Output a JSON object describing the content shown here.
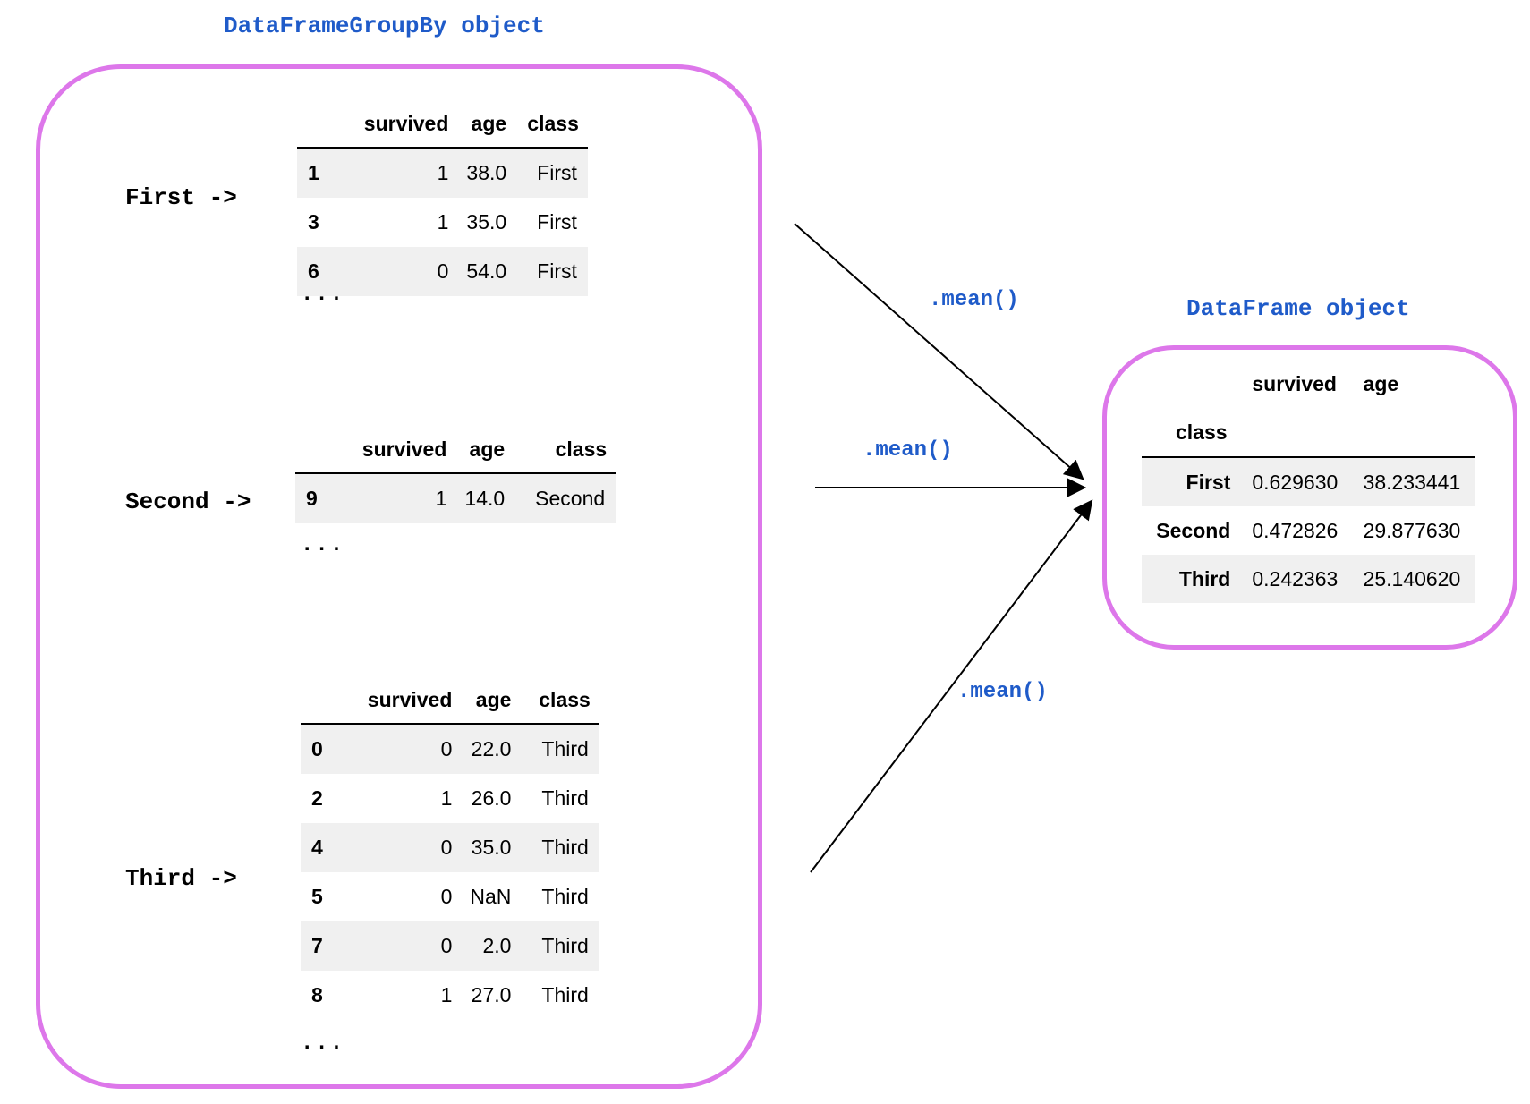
{
  "left_title": "DataFrameGroupBy object",
  "right_title": "DataFrame object",
  "method_label": ".mean()",
  "ellipsis": "...",
  "colors": {
    "border": "#dd77ea",
    "title_text": "#1f5bc9",
    "row_stripe": "#f0f0f0"
  },
  "groups": [
    {
      "label": "First ->",
      "columns": [
        "survived",
        "age",
        "class"
      ],
      "rows": [
        {
          "index": "1",
          "survived": "1",
          "age": "38.0",
          "class": "First"
        },
        {
          "index": "3",
          "survived": "1",
          "age": "35.0",
          "class": "First"
        },
        {
          "index": "6",
          "survived": "0",
          "age": "54.0",
          "class": "First"
        }
      ]
    },
    {
      "label": "Second ->",
      "columns": [
        "survived",
        "age",
        "class"
      ],
      "rows": [
        {
          "index": "9",
          "survived": "1",
          "age": "14.0",
          "class": "Second"
        }
      ]
    },
    {
      "label": "Third ->",
      "columns": [
        "survived",
        "age",
        "class"
      ],
      "rows": [
        {
          "index": "0",
          "survived": "0",
          "age": "22.0",
          "class": "Third"
        },
        {
          "index": "2",
          "survived": "1",
          "age": "26.0",
          "class": "Third"
        },
        {
          "index": "4",
          "survived": "0",
          "age": "35.0",
          "class": "Third"
        },
        {
          "index": "5",
          "survived": "0",
          "age": "NaN",
          "class": "Third"
        },
        {
          "index": "7",
          "survived": "0",
          "age": "2.0",
          "class": "Third"
        },
        {
          "index": "8",
          "survived": "1",
          "age": "27.0",
          "class": "Third"
        }
      ]
    }
  ],
  "result": {
    "columns": [
      "survived",
      "age"
    ],
    "index_name": "class",
    "rows": [
      {
        "index": "First",
        "survived": "0.629630",
        "age": "38.233441"
      },
      {
        "index": "Second",
        "survived": "0.472826",
        "age": "29.877630"
      },
      {
        "index": "Third",
        "survived": "0.242363",
        "age": "25.140620"
      }
    ]
  }
}
